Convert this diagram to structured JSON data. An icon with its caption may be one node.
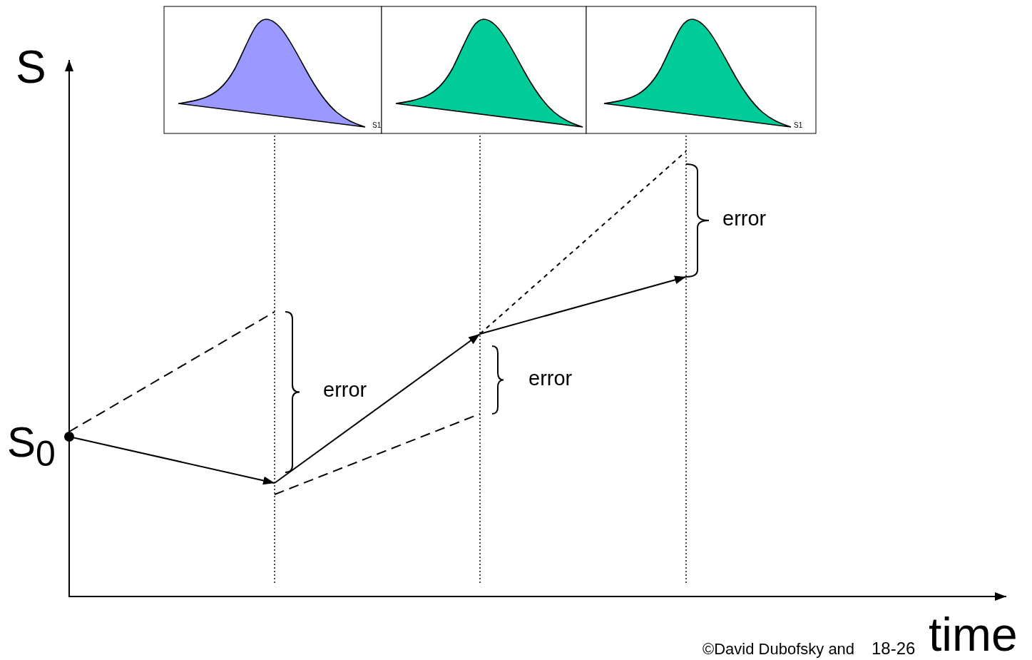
{
  "diagram": {
    "labels": [
      "S",
      "S1",
      "S1",
      "error",
      "error",
      "error",
      "S$_{0}$",
      "©David Dubofsky and",
      "18-26",
      "time"
    ]
  }
}
